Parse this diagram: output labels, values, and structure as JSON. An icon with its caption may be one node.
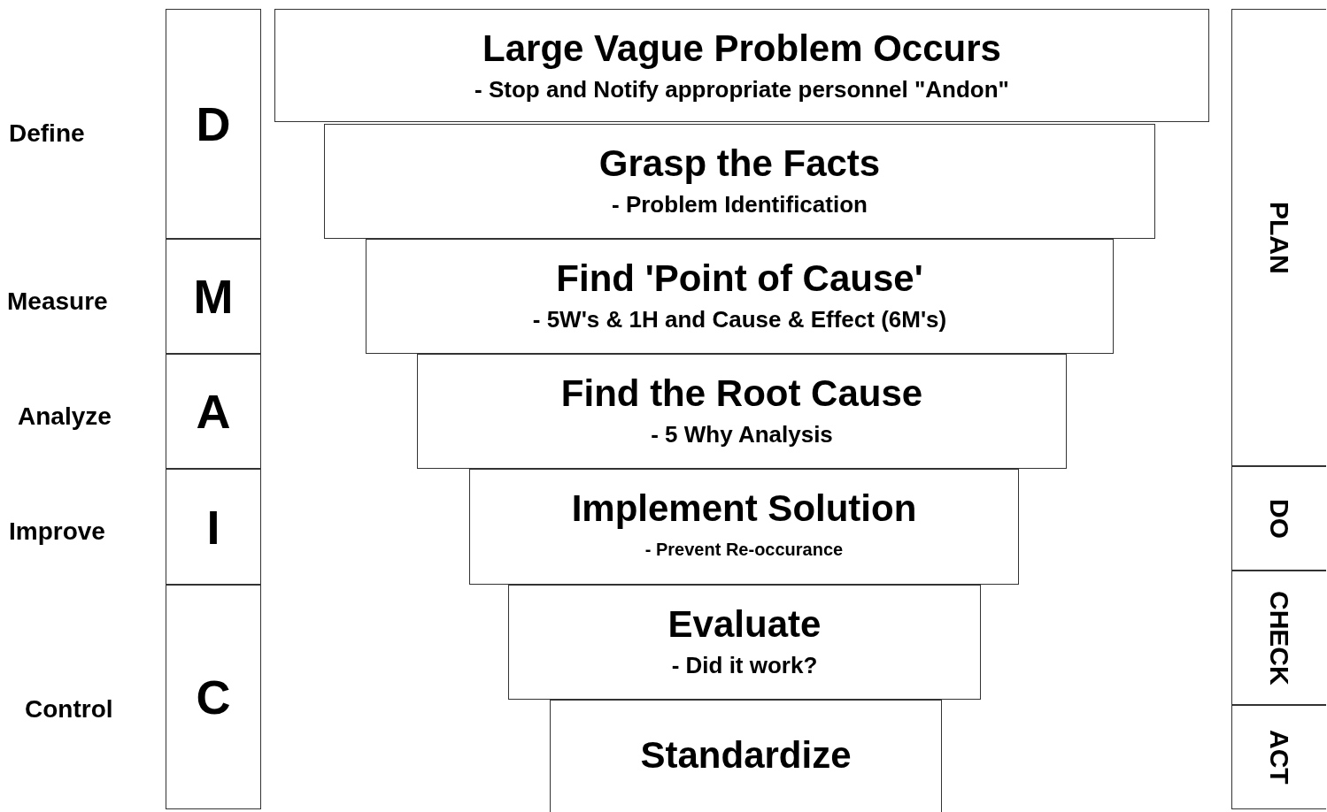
{
  "diagram": {
    "nodes": [
      {
        "text": [
          "D"
        ],
        "beside": [
          "Define"
        ]
      },
      {
        "text": [
          "M"
        ],
        "beside": [
          "Measure"
        ]
      },
      {
        "text": [
          "A"
        ],
        "beside": [
          "Analyze"
        ]
      },
      {
        "text": [
          "I"
        ],
        "beside": [
          "Improve"
        ]
      },
      {
        "text": [
          "C"
        ],
        "beside": [
          "Control"
        ]
      },
      {
        "text": [
          "Large Vague Problem Occurs",
          "- Stop and Notify appropriate personnel \"Andon\""
        ]
      },
      {
        "text": [
          "Grasp the Facts",
          "- Problem Identification"
        ]
      },
      {
        "text": [
          "Find 'Point of Cause'",
          "- 5W's & 1H and Cause & Effect (6M's)"
        ]
      },
      {
        "text": [
          "Find the Root Cause",
          "- 5 Why Analysis"
        ]
      },
      {
        "text": [
          "Implement Solution",
          "- Prevent Re-occurance"
        ]
      },
      {
        "text": [
          "Evaluate",
          "- Did it work?"
        ]
      },
      {
        "text": [
          "Standardize"
        ]
      },
      {
        "text": [
          "PLAN"
        ]
      },
      {
        "text": [
          "DO"
        ]
      },
      {
        "text": [
          "CHECK"
        ]
      },
      {
        "text": [
          "ACT"
        ]
      }
    ]
  }
}
